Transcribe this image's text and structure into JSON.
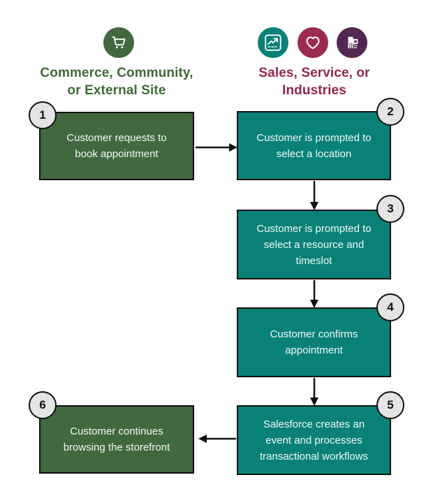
{
  "columns": {
    "left": {
      "title_line1": "Commerce, Community,",
      "title_line2": "or External Site",
      "title_color": "#3e6b35",
      "icons": [
        {
          "name": "cart-icon",
          "bg": "#41683f"
        }
      ]
    },
    "right": {
      "title_line1": "Sales, Service, or",
      "title_line2": "Industries",
      "title_color": "#93264f",
      "icons": [
        {
          "name": "chart-icon",
          "bg": "#0a8177"
        },
        {
          "name": "heart-icon",
          "bg": "#9c2b52"
        },
        {
          "name": "building-icon",
          "bg": "#512850"
        }
      ]
    }
  },
  "steps": [
    {
      "number": "1",
      "text": "Customer requests to book appointment",
      "variant": "green",
      "bg": "#41683f"
    },
    {
      "number": "2",
      "text": "Customer is prompted to select a location",
      "variant": "teal",
      "bg": "#0a8177"
    },
    {
      "number": "3",
      "text": "Customer is prompted to select a resource and timeslot",
      "variant": "teal",
      "bg": "#0a8177"
    },
    {
      "number": "4",
      "text": "Customer confirms appointment",
      "variant": "teal",
      "bg": "#0a8177"
    },
    {
      "number": "5",
      "text": "Salesforce creates an event and processes transactional workflows",
      "variant": "teal",
      "bg": "#0a8177"
    },
    {
      "number": "6",
      "text": "Customer continues browsing the storefront",
      "variant": "green",
      "bg": "#41683f"
    }
  ],
  "colors": {
    "green": "#41683f",
    "teal": "#0a8177",
    "maroon": "#9c2b52",
    "purple": "#512850",
    "badge_bg": "#e4e4e4",
    "line": "#111111",
    "background": "#ffffff"
  }
}
